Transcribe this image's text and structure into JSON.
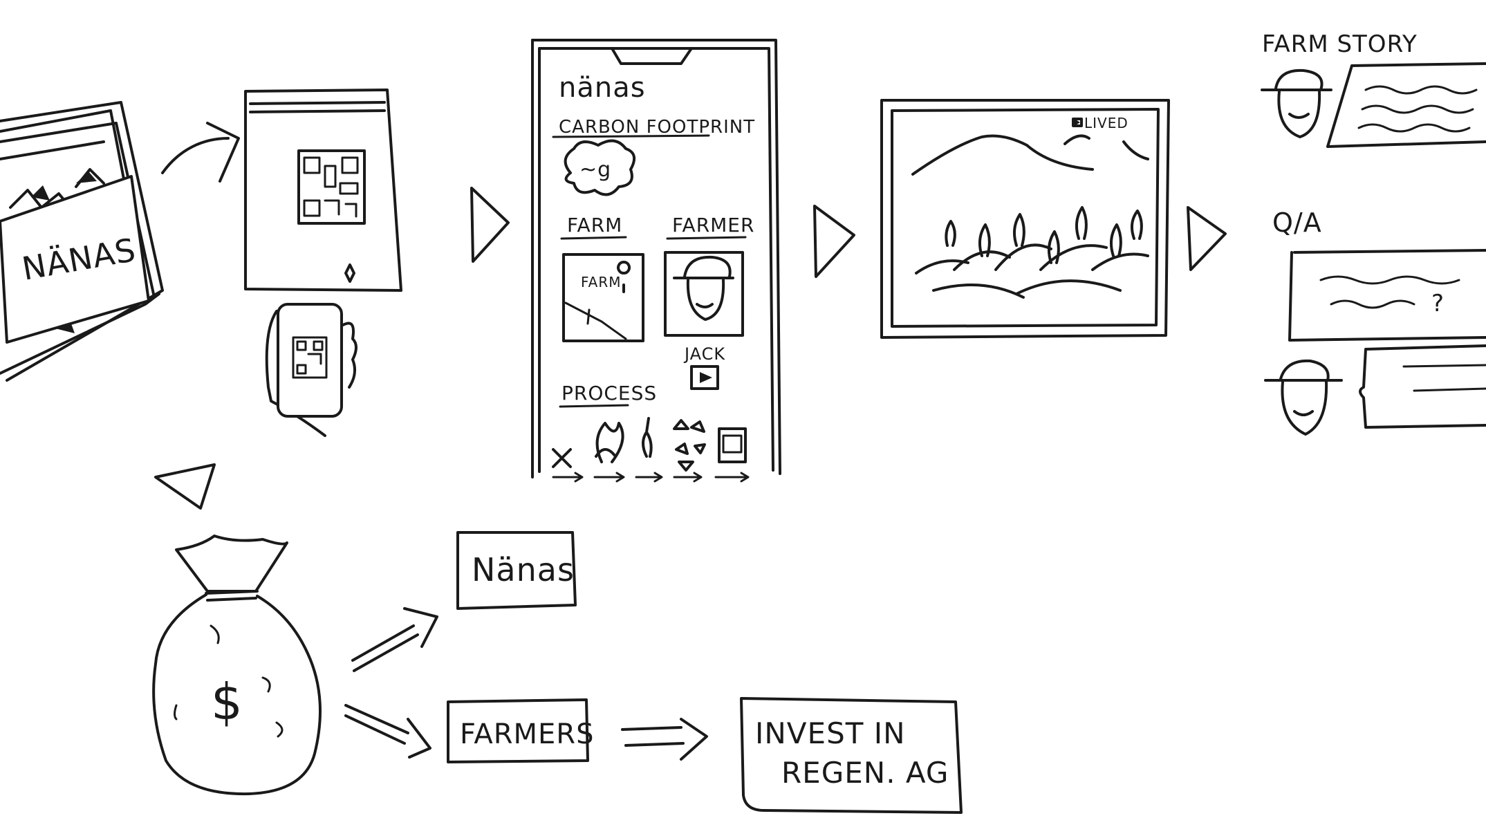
{
  "labels": {
    "bag_brand": "NÄNAS",
    "app_brand": "nänas",
    "carbon_footprint": "CARBON FOOTPRINT",
    "carbon_value": "~g",
    "farm_heading": "FARM",
    "farm_map_label": "FARM",
    "farmer_heading": "FARMER",
    "farmer_name": "JACK",
    "process_heading": "PROCESS",
    "live_badge": "LIVED",
    "farm_story": "FARM STORY",
    "qa": "Q/A",
    "qa_question_mark": "?",
    "money_symbol": "$",
    "nanas_box": "Nänas",
    "farmers_box": "FARMERS",
    "invest_line1": "INVEST IN",
    "invest_line2": "REGEN. AG"
  }
}
